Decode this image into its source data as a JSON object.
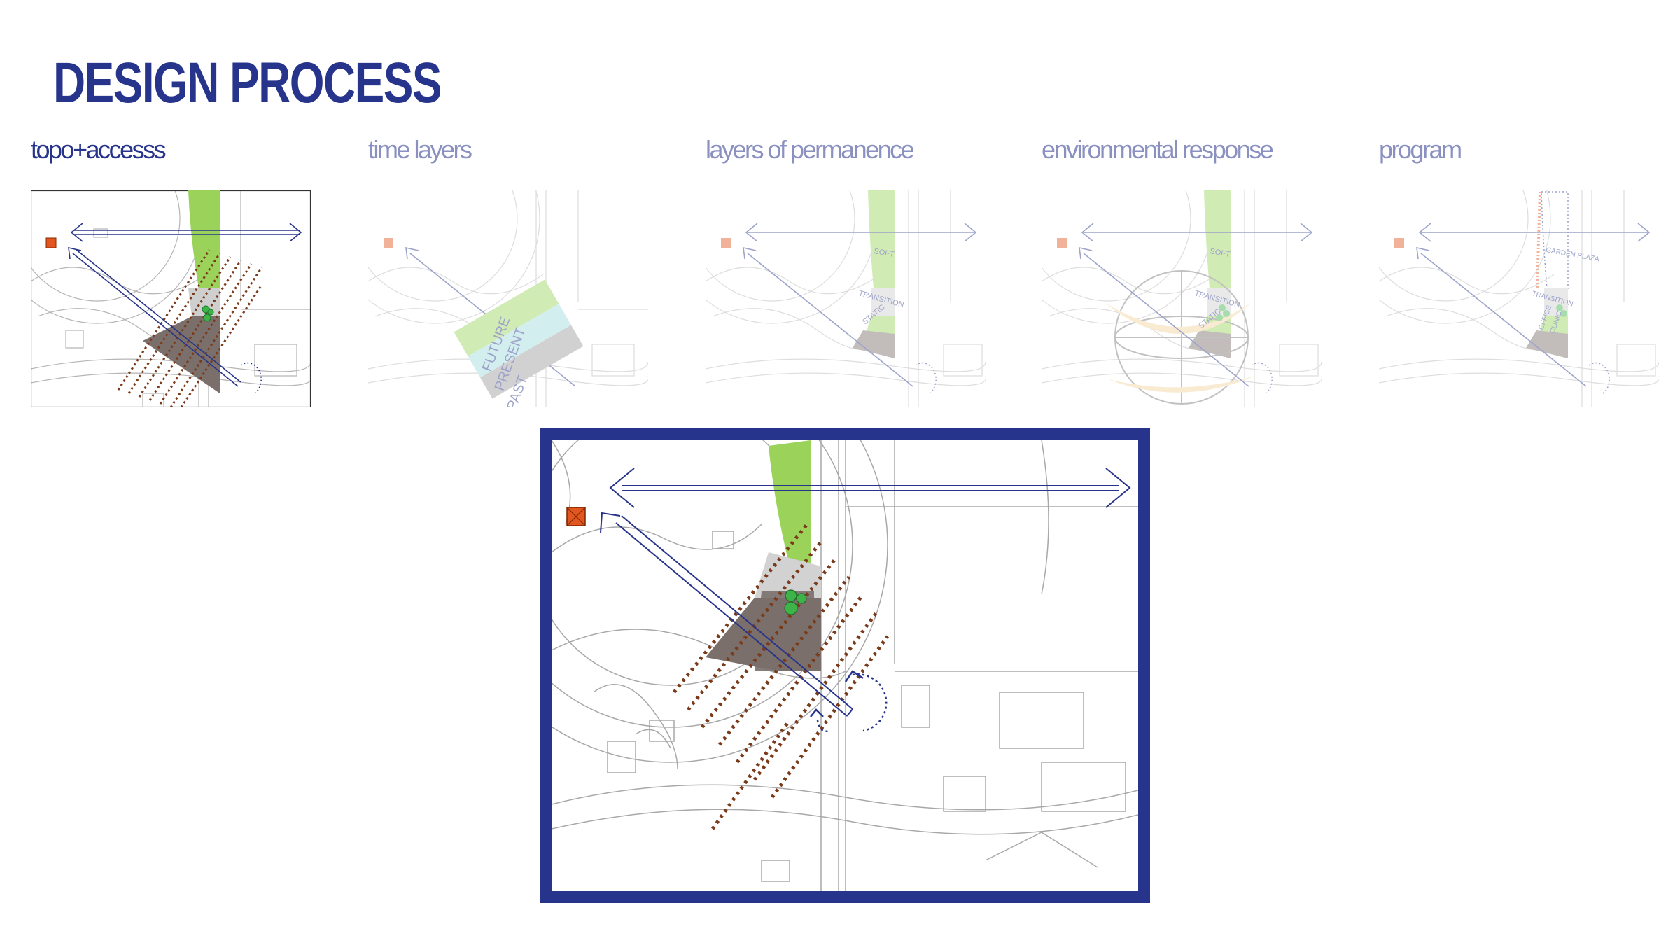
{
  "page": {
    "title": "DESIGN PROCESS"
  },
  "steps": [
    {
      "label": "topo+accesss",
      "active": true
    },
    {
      "label": "time layers",
      "active": false
    },
    {
      "label": "layers of permanence",
      "active": false
    },
    {
      "label": "environmental response",
      "active": false
    },
    {
      "label": "program",
      "active": false
    }
  ],
  "time_layers": {
    "future": "FUTURE",
    "present": "PRESENT",
    "past": "PAST"
  },
  "permanence_layers": {
    "soft": "SOFT",
    "transition": "TRANSITION",
    "static": "STATIC"
  },
  "program_zones": {
    "garden_plaza": "GARDEN PLAZA",
    "transition": "TRANSITION",
    "clinic": "CLINIC",
    "office": "OFFICE"
  },
  "colors": {
    "accent_blue": "#27348b",
    "green": "#9bd35a",
    "dark_gray": "#7a6f6b",
    "light_gray": "#cfcfcf",
    "hatch_brown": "#7a3b1b",
    "marker_orange": "#e2561f",
    "tree_green": "#3db34a",
    "sun_yellow": "#f3d59c",
    "teal": "#9fdadd"
  }
}
